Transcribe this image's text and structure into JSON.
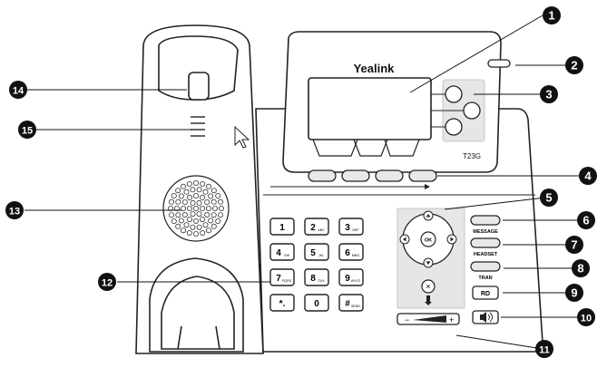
{
  "phone": {
    "brand": "Yealink",
    "model": "T23G",
    "keypad": [
      {
        "main": "1",
        "sub": ""
      },
      {
        "main": "2",
        "sub": "ABC"
      },
      {
        "main": "3",
        "sub": "DEF"
      },
      {
        "main": "4",
        "sub": "GHI"
      },
      {
        "main": "5",
        "sub": "JKL"
      },
      {
        "main": "6",
        "sub": "MNO"
      },
      {
        "main": "7",
        "sub": "PQRS"
      },
      {
        "main": "8",
        "sub": "TUV"
      },
      {
        "main": "9",
        "sub": "WXYZ"
      },
      {
        "main": "*.",
        "sub": ""
      },
      {
        "main": "0",
        "sub": ""
      },
      {
        "main": "#",
        "sub": "SEND"
      }
    ],
    "side_keys": {
      "message": "MESSAGE",
      "headset": "HEADSET",
      "tran": "TRAN",
      "rd": "RD"
    },
    "volume": {
      "minus": "−",
      "plus": "+"
    },
    "nav": {
      "ok": "OK",
      "cancel": "×"
    }
  },
  "callouts": [
    "1",
    "2",
    "3",
    "4",
    "5",
    "6",
    "7",
    "8",
    "9",
    "10",
    "11",
    "12",
    "13",
    "14",
    "15"
  ],
  "colors": {
    "outline": "#222222",
    "callout": "#111111",
    "panel": "#e6e6e6"
  }
}
